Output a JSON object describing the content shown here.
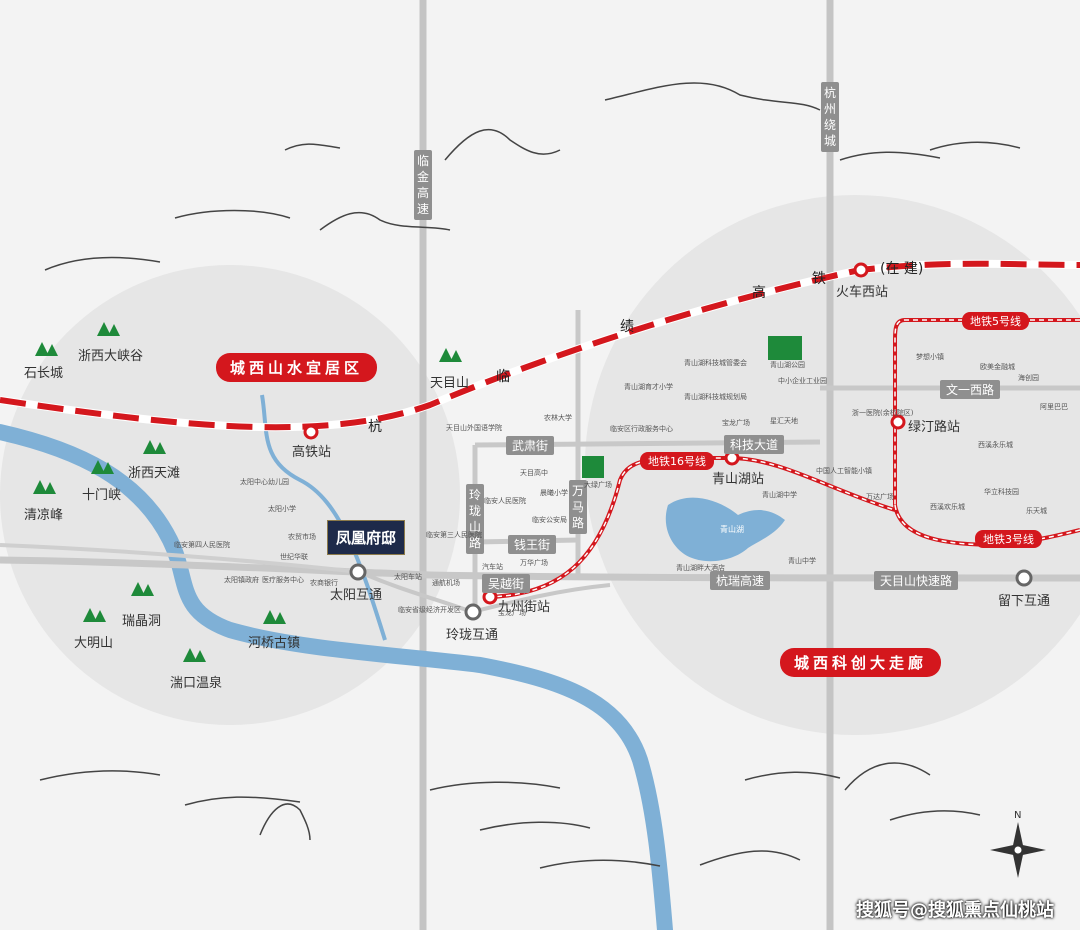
{
  "regions": {
    "west": "城西山水宜居区",
    "east": "城西科创大走廊"
  },
  "project": "凤凰府邸",
  "vertical_roads": {
    "linjin": "临金高速",
    "hangzhou_ring": "杭州绕城"
  },
  "rail": {
    "hsr_label": "杭临绩高铁",
    "hsr_chars": [
      "杭",
      "临",
      "绩",
      "高",
      "铁"
    ],
    "construction": "(在  建)",
    "metro5": "地铁5号线",
    "metro16": "地铁16号线",
    "metro3": "地铁3号线"
  },
  "stations": {
    "gaotie": "高铁站",
    "huochexi": "火车西站",
    "qingshanhu": "青山湖站",
    "luting": "绿汀路站",
    "jiuzhoujie": "九州街站"
  },
  "roads": {
    "wusu": "武肃街",
    "kejidadao": "科技大道",
    "linglong_road": "玲珑山路",
    "wanma": "万马路",
    "qianwang": "钱王街",
    "wuyue": "吴越街",
    "hangrui": "杭瑞高速",
    "tianmushan_express": "天目山快速路",
    "wenyi_west": "文一西路"
  },
  "interchanges": {
    "taiyang": "太阳互通",
    "linglong": "玲珑互通",
    "liuxia": "留下互通"
  },
  "places": {
    "shichang": "石长城",
    "zhexi_canyon": "浙西大峡谷",
    "tianmushan": "天目山",
    "zhexi_tiantan": "浙西天滩",
    "shimenxia": "十门峡",
    "qingliangfeng": "清凉峰",
    "ruijingdong": "瑞晶洞",
    "damingshan": "大明山",
    "heqiao": "河桥古镇",
    "tankou": "湍口温泉",
    "qingshanhu_lake": "青山湖"
  },
  "poi_small": {
    "taiyang_kindergarten": "太阳中心幼儿园",
    "taiyang_primary": "太阳小学",
    "farm_market": "农贸市场",
    "century_mall": "世纪华联",
    "linan_4th_hospital": "临安第四人民医院",
    "taiyang_gov": "太阳镇政府",
    "medical_center": "医疗服务中心",
    "rural_bank": "农商银行",
    "taiyang_bus": "太阳车站",
    "linan_dev_zone": "临安省级经济开发区",
    "linan_3rd_hospital": "临安第三人民医院",
    "tonghang_airport": "通航机场",
    "tianmushan_school": "天目山外国语学院",
    "forestry_univ": "农林大学",
    "tianmu_high": "天目高中",
    "linan_people_hospital": "临安人民医院",
    "jingdi_primary": "晨曦小学",
    "linan_police": "临安公安局",
    "bus_station": "汽车站",
    "wanhua_plaza": "万华广场",
    "baolong_plaza_w": "宝龙广场",
    "qingshanhu_mgmt": "青山湖科技城管委会",
    "talent_primary": "青山湖育才小学",
    "planning_bureau": "青山湖科技城规划局",
    "admin_center": "临安区行政服务中心",
    "baolong_plaza_e": "宝龙广场",
    "xinghui": "星汇天地",
    "sme_park": "中小企业工业园",
    "qingshanhu_park": "青山湖公园",
    "green_plaza": "大绿广场",
    "zhejiang_no1_hospital": "浙一医院(余杭院区)",
    "ai_town": "中国人工智能小镇",
    "wanda": "万达广场",
    "qingshanhu_middle": "青山湖中学",
    "qingshan_middle": "青山中学",
    "qingshanhu_avenue": "青山湖畔大酒店",
    "dream_town": "梦想小镇",
    "ousheng": "欧美金融城",
    "haichuang": "海创园",
    "alibaba": "阿里巴巴",
    "xixi_yongle": "西溪永乐城",
    "xixi_happy": "西溪欢乐城",
    "huali": "华立科技园",
    "letian": "乐天城"
  },
  "compass": "N",
  "watermark": "搜狐号@搜狐熏点仙桃站",
  "colors": {
    "river": "#7fb0d6",
    "rail_red": "#d4171d",
    "road_grey": "#bdbdbd",
    "label_grey": "#8f8f8f",
    "tree_green": "#1e8a3a",
    "project_navy": "#1e2a4a"
  }
}
